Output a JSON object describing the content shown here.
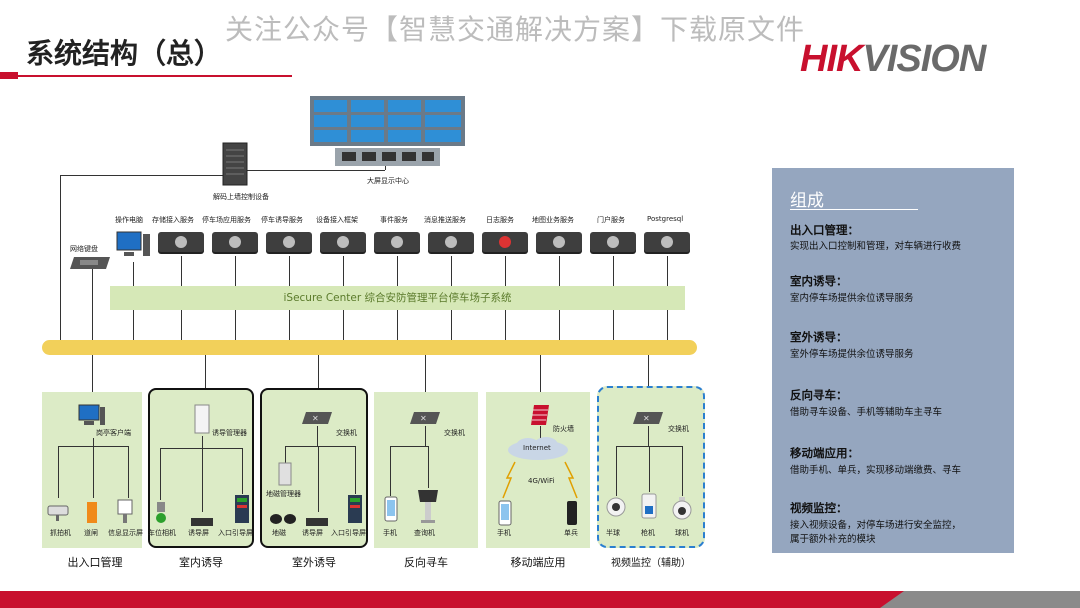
{
  "watermark": "关注公众号【智慧交通解决方案】下载原文件",
  "title": "系统结构（总）",
  "logo": {
    "part1": "HIK",
    "part2": "VISION"
  },
  "diagram": {
    "top": {
      "video_wall_label": "大屏显示中心",
      "decoder_label": "解码上墙控制设备",
      "keyboard_label": "网络键盘",
      "workstation_label": "操作电脑",
      "servers": [
        "存储接入服务",
        "停车场应用服务",
        "停车诱导服务",
        "设备接入框架",
        "事件服务",
        "消息推送服务",
        "日志服务",
        "地图业务服务",
        "门户服务",
        "Postgresql"
      ],
      "platform": "iSecure Center 综合安防管理平台停车场子系统"
    },
    "zones": {
      "entry": {
        "label": "出入口管理",
        "client": "岗亭客户端",
        "devices": [
          "抓拍机",
          "道闸",
          "信息显示屏"
        ]
      },
      "indoor": {
        "label": "室内诱导",
        "manager": "诱导管理器",
        "devices": [
          "车位相机",
          "诱导屏",
          "入口引导屏"
        ]
      },
      "outdoor": {
        "label": "室外诱导",
        "switch": "交换机",
        "manager": "地磁管理器",
        "devices": [
          "地磁",
          "诱导屏",
          "入口引导屏"
        ]
      },
      "reverse": {
        "label": "反向寻车",
        "switch": "交换机",
        "devices": [
          "手机",
          "查询机"
        ]
      },
      "mobile": {
        "label": "移动端应用",
        "firewall": "防火墙",
        "cloud": "Internet",
        "link": "4G/WiFi",
        "devices": [
          "手机",
          "单兵"
        ]
      },
      "video": {
        "label": "视频监控（辅助）",
        "switch": "交换机",
        "devices": [
          "半球",
          "枪机",
          "球机"
        ]
      }
    }
  },
  "composition": {
    "heading": "组成",
    "items": [
      {
        "title": "出入口管理：",
        "lines": [
          "实现出入口控制和管理，对车辆进行收费"
        ]
      },
      {
        "title": "室内诱导：",
        "lines": [
          "室内停车场提供余位诱导服务"
        ]
      },
      {
        "title": "室外诱导：",
        "lines": [
          "室外停车场提供余位诱导服务"
        ]
      },
      {
        "title": "反向寻车：",
        "lines": [
          "借助寻车设备、手机等辅助车主寻车"
        ]
      },
      {
        "title": "移动端应用：",
        "lines": [
          "借助手机、单兵，实现移动端缴费、寻车"
        ]
      },
      {
        "title": "视频监控：",
        "lines": [
          "接入视频设备，对停车场进行安全监控，",
          "属于额外补充的模块"
        ]
      }
    ]
  },
  "colors": {
    "brand_red": "#c8102e",
    "panel_green": "#dcebc6",
    "bus_yellow": "#f2d05a",
    "side_panel": "#95a6bf"
  }
}
